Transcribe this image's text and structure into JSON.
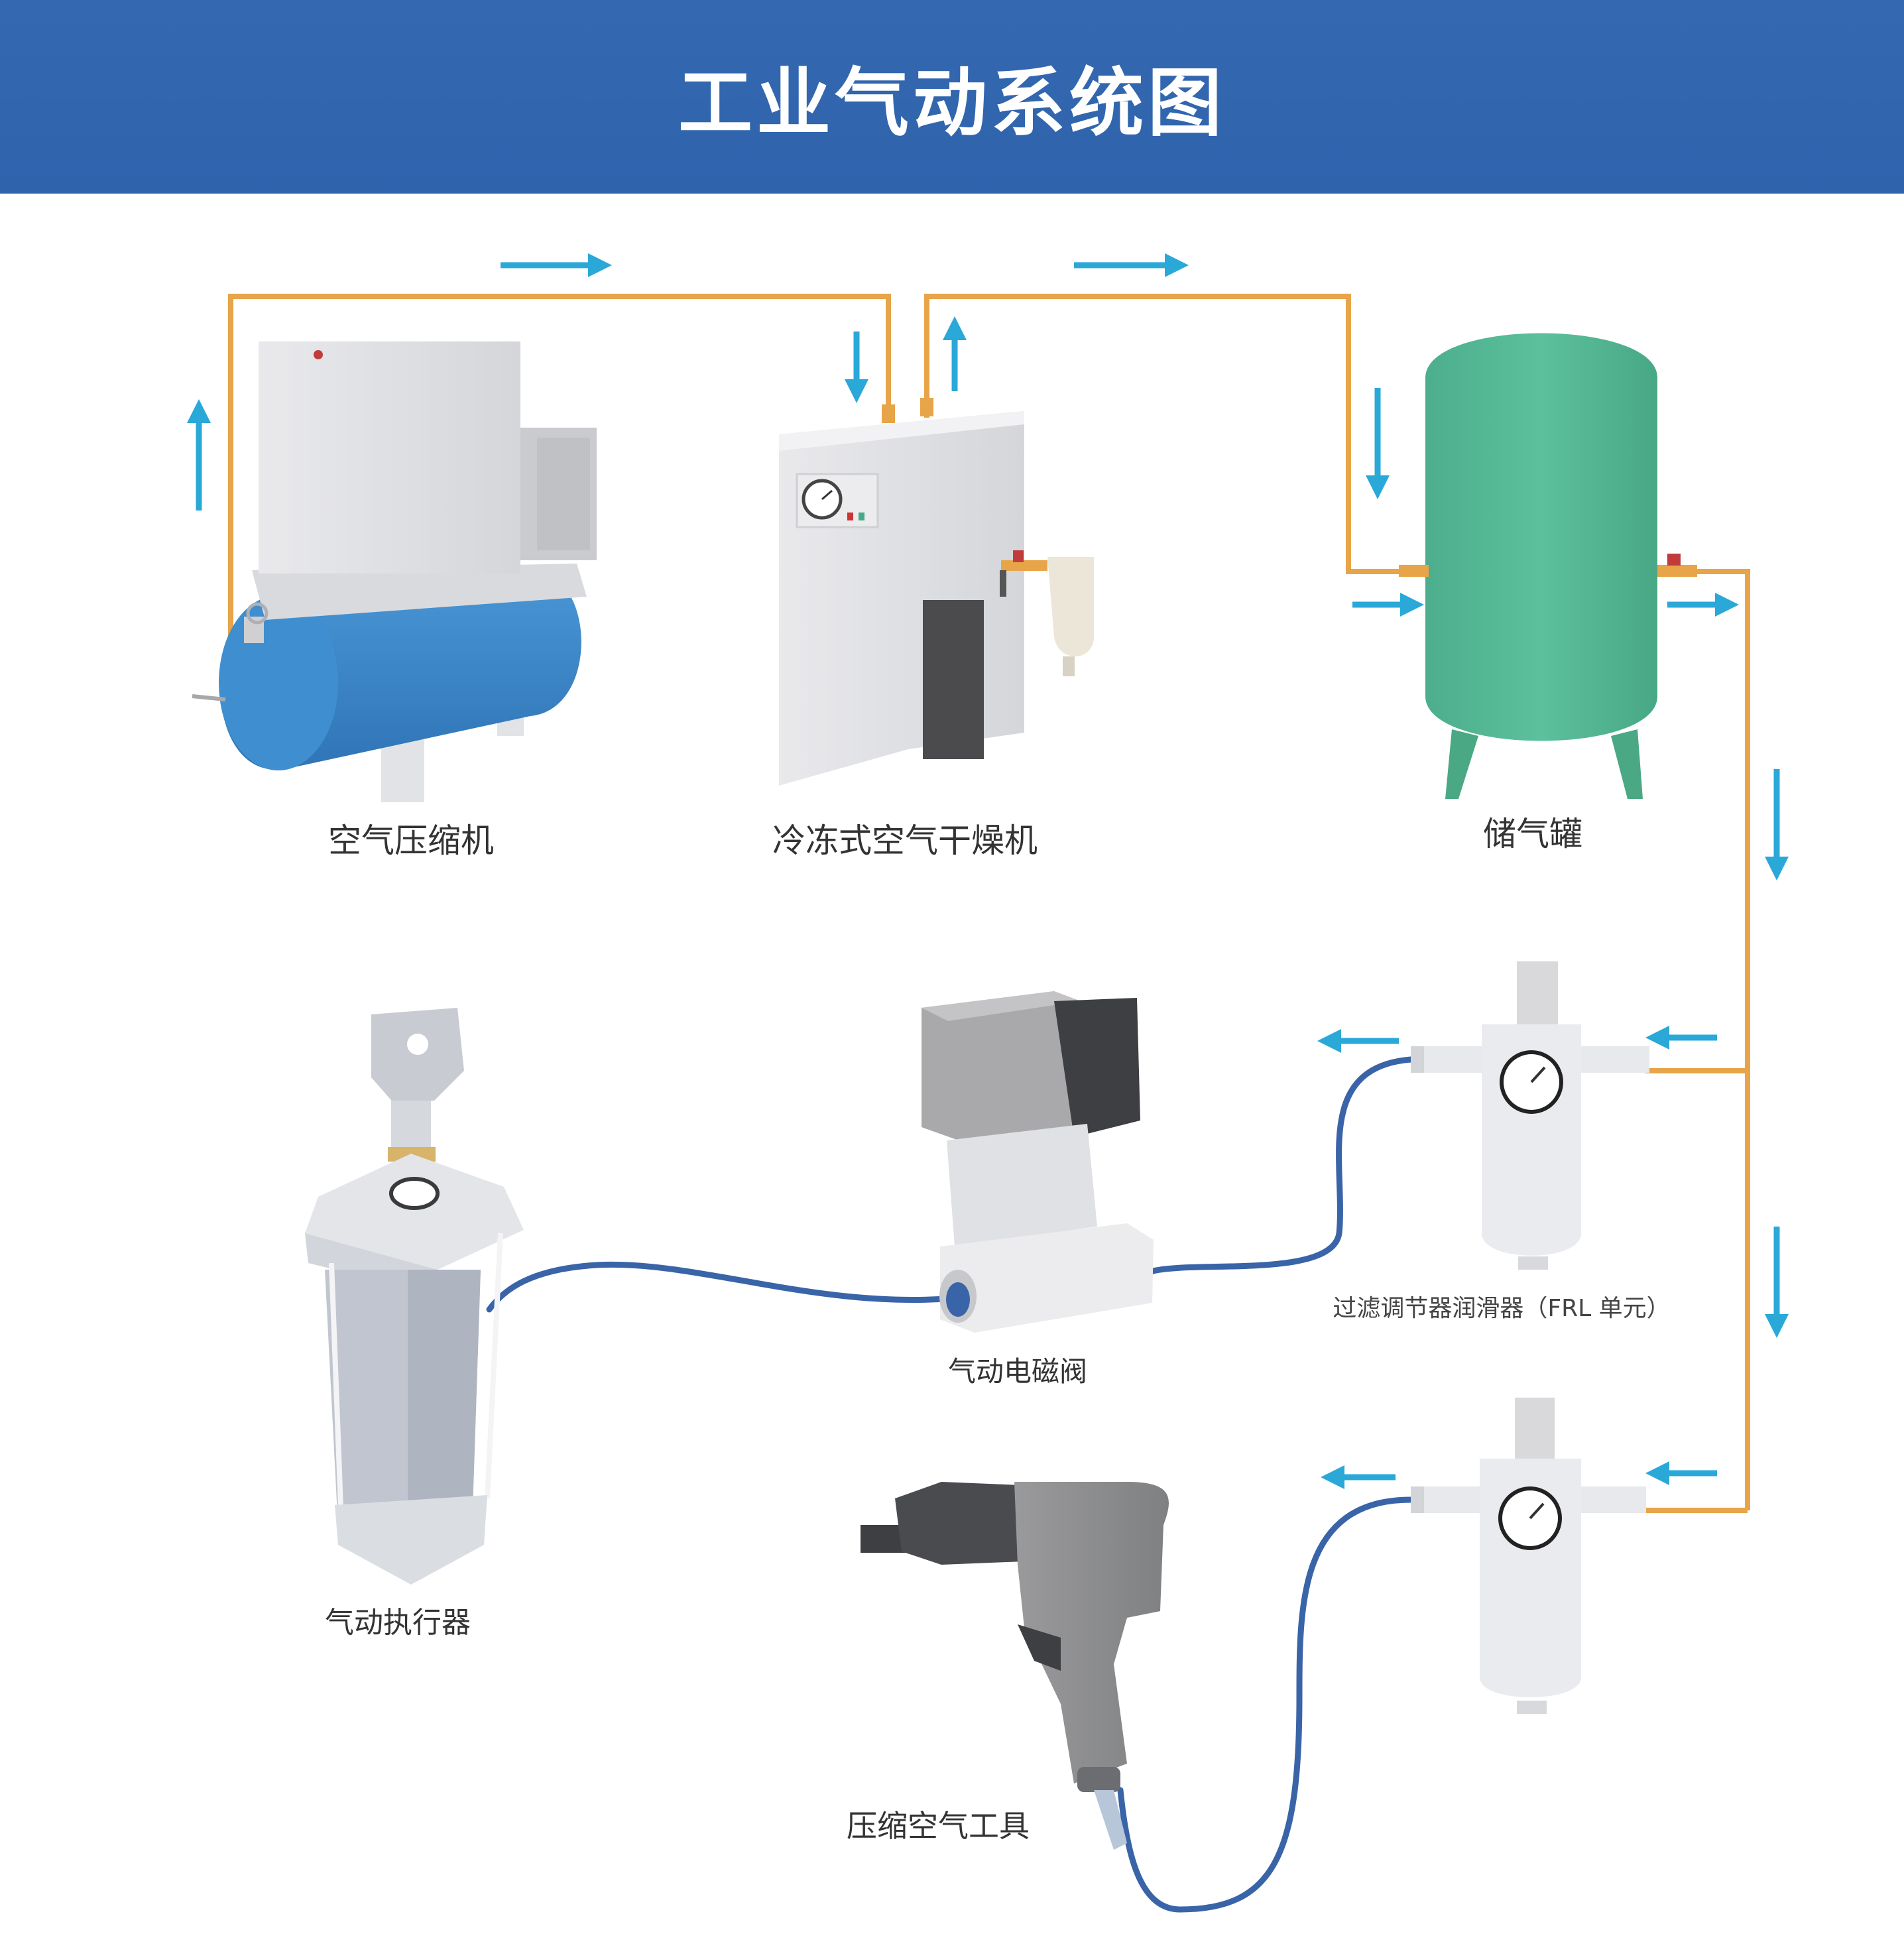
{
  "title": "工业气动系统图",
  "components": {
    "air_compressor": "空气压缩机",
    "refrigerated_dryer": "冷冻式空气干燥机",
    "air_tank": "储气罐",
    "frl_unit": "过滤调节器润滑器（FRL 单元）",
    "solenoid_valve": "气动电磁阀",
    "actuator": "气动执行器",
    "air_tool": "压缩空气工具"
  },
  "colors": {
    "header": "#3067b0",
    "pipe": "#e8a448",
    "hose": "#3a64a8",
    "arrow": "#2aa8d8",
    "tank_green": "#55b896",
    "compressor_tank_blue": "#3a86c8"
  }
}
